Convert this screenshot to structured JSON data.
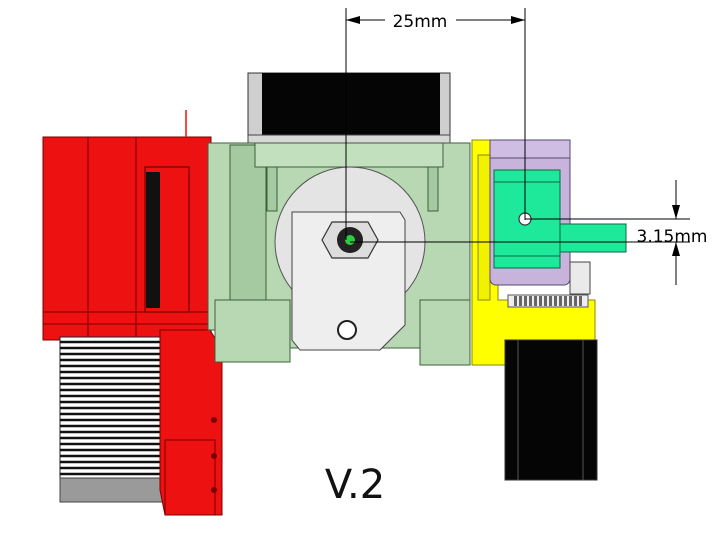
{
  "drawing": {
    "dimension_horizontal": "25mm",
    "dimension_vertical": "3.15mm",
    "version_label": "V.2"
  },
  "parts": [
    {
      "name": "red-extruder-body",
      "color": "#ee1111"
    },
    {
      "name": "green-mount-frame",
      "color": "#b7d8b2"
    },
    {
      "name": "yellow-bracket",
      "color": "#ffff00"
    },
    {
      "name": "purple-holder",
      "color": "#c7b3dc"
    },
    {
      "name": "bright-green-sensor",
      "color": "#1ee89a"
    },
    {
      "name": "stepper-motor",
      "color": "#000000"
    },
    {
      "name": "idler-pulley",
      "color": "#e4e4e4"
    }
  ]
}
